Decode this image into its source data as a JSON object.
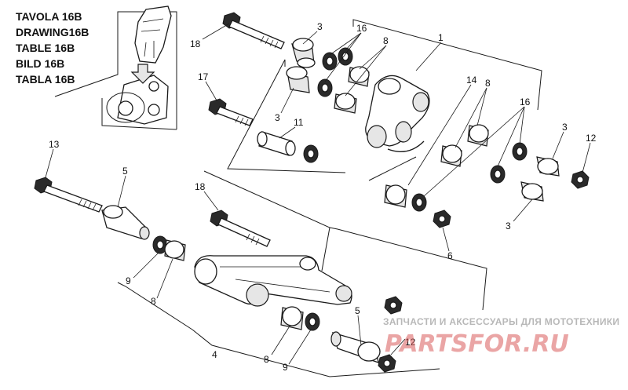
{
  "table_labels": [
    {
      "lang": "TAVOLA",
      "code": "16B"
    },
    {
      "lang": "DRAWING",
      "code": "16B"
    },
    {
      "lang": "TABLE",
      "code": "16B"
    },
    {
      "lang": "BILD",
      "code": "16B"
    },
    {
      "lang": "TABLA",
      "code": "16B"
    }
  ],
  "callouts": [
    "1",
    "3",
    "3",
    "3",
    "3",
    "4",
    "5",
    "5",
    "6",
    "8",
    "8",
    "8",
    "8",
    "9",
    "9",
    "11",
    "12",
    "12",
    "13",
    "14",
    "16",
    "16",
    "17",
    "18",
    "18"
  ],
  "watermark": {
    "tagline": "ЗАПЧАСТИ И АКСЕССУАРЫ ДЛЯ МОТОТЕХНИКИ",
    "logo": "PARTSFOR.RU"
  },
  "colors": {
    "ink": "#1a1a1a",
    "watermark_logo": "#d95b5b",
    "watermark_text": "#b8b8b8"
  }
}
